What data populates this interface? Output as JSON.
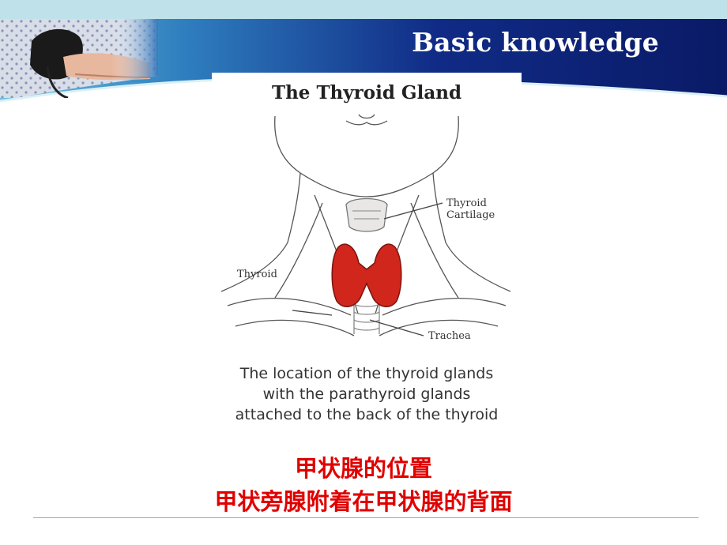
{
  "header": {
    "title": "Basic knowledge"
  },
  "figure": {
    "title": "The Thyroid Gland",
    "labels": {
      "cartilage_line1": "Thyroid",
      "cartilage_line2": "Cartilage",
      "thyroid": "Thyroid",
      "trachea": "Trachea"
    },
    "caption_lines": [
      "The location of the thyroid glands",
      "with the parathyroid glands",
      "attached to the back of the thyroid"
    ]
  },
  "caption_cn": {
    "line1": "甲状腺的位置",
    "line2": "甲状旁腺附着在甲状腺的背面"
  },
  "colors": {
    "header_dark": "#0c1f72",
    "header_light": "#5fb4d6",
    "thyroid": "#d0261c",
    "caption_red": "#e00000"
  }
}
